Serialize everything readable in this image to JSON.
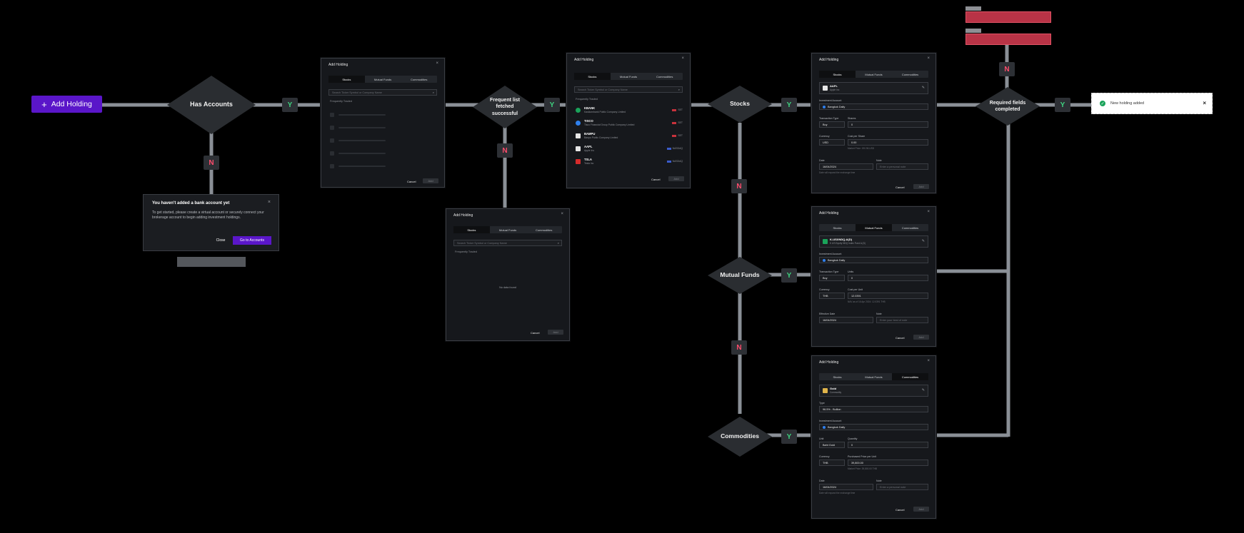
{
  "start": {
    "plus": "+",
    "label": "Add Holding"
  },
  "nodes": {
    "has_accounts": "Has Accounts",
    "frequent": "Frequent list fetched successful",
    "stocks": "Stocks",
    "mutual_funds": "Mutual Funds",
    "commodities": "Commodities",
    "required": "Required fields completed"
  },
  "badges": {
    "yes": "Y",
    "no": "N"
  },
  "alert": {
    "title": "You haven't added a bank account yet",
    "body": "To get started, please create a virtual account or securely connect your brokerage account to begin adding investment holdings.",
    "close": "Close",
    "go": "Go to Accounts",
    "close_x": "×"
  },
  "modal": {
    "title": "Add Holding",
    "close_x": "×",
    "tabs": [
      "Stocks",
      "Mutual Funds",
      "Commodities"
    ],
    "search_placeholder": "Search Ticker Symbol or Company Name",
    "frequent_label": "Frequently Traded",
    "cancel": "Cancel",
    "add": "Add",
    "empty": "No data found"
  },
  "stock_list": [
    {
      "ticker": "KBANK",
      "name": "Kasikornbank Public Company Limited",
      "market": "SET",
      "color": "#1aa35a"
    },
    {
      "ticker": "TISCO",
      "name": "Tisco Financial Group Public Company Limited",
      "market": "SET",
      "color": "#2f80ed"
    },
    {
      "ticker": "BAMPU",
      "name": "Banpu Public Company Limited",
      "market": "SET",
      "color": "#e6e6e6"
    },
    {
      "ticker": "AAPL",
      "name": "Apple Inc",
      "market": "NASDAQ",
      "color": "#e6e6e6"
    },
    {
      "ticker": "TSLA",
      "name": "Tesla Inc",
      "market": "NASDAQ",
      "color": "#d62b2b"
    }
  ],
  "stock_form": {
    "ticker": "AAPL",
    "company": "Apple Inc",
    "account_label": "Investment Account",
    "account": "Bangkok Daily",
    "tx_type_label": "Transaction Type",
    "tx_type": "Buy",
    "shares_label": "Shares",
    "shares": "0",
    "currency_label": "Currency",
    "currency": "USD",
    "cost_label": "Cost per Share",
    "cost": "0.00",
    "cost_note": "Market Price: 190.96 USD",
    "date_label": "Date",
    "date": "16/04/2024",
    "note_label": "Note",
    "note_ph": "Enter a personal note",
    "date_note": "Date will expand the exchange time"
  },
  "fund_form": {
    "fund": "K-USXNDQ-A(D)",
    "fund_sub": "K US Equity NDQ Index Fund A (D)",
    "account_label": "Investment Account",
    "account": "Bangkok Daily",
    "tx_type_label": "Transaction Type",
    "tx_type": "Buy",
    "units_label": "Units",
    "units": "0",
    "currency_label": "Currency",
    "currency": "THB",
    "cost_label": "Cost per Unit",
    "cost": "12.0391",
    "cost_note": "NAV as of 16 Apr 2024: 12.0391 THB",
    "date_label": "Effective Date",
    "date": "16/04/2024",
    "note_label": "Note",
    "note_ph": "Enter your best of note"
  },
  "commodity_form": {
    "name": "Gold",
    "sub": "Commodity",
    "type_label": "Type",
    "type": "96.5% - Bullion",
    "account_label": "Investment Account",
    "account": "Bangkok Daily",
    "unit_label": "Unit",
    "unit": "Baht Gold",
    "qty_label": "Quantity",
    "qty": "0",
    "currency_label": "Currency",
    "currency": "THB",
    "price_label": "Purchased Price per Unit",
    "price": "39,800.00",
    "price_note": "Market Price: 39,800.00 THB",
    "date_label": "Date",
    "date": "16/04/2024",
    "note_label": "Note",
    "note_ph": "Enter a personal note",
    "date_note": "Date will expand the exchange time"
  },
  "toast": {
    "message": "New holding added",
    "check": "✓",
    "close": "×"
  },
  "colors": {
    "accent": "#5a16c9",
    "yes": "#3fd27f",
    "no": "#ff4d6d",
    "line": "#8a8f96",
    "error": "#b83346"
  }
}
